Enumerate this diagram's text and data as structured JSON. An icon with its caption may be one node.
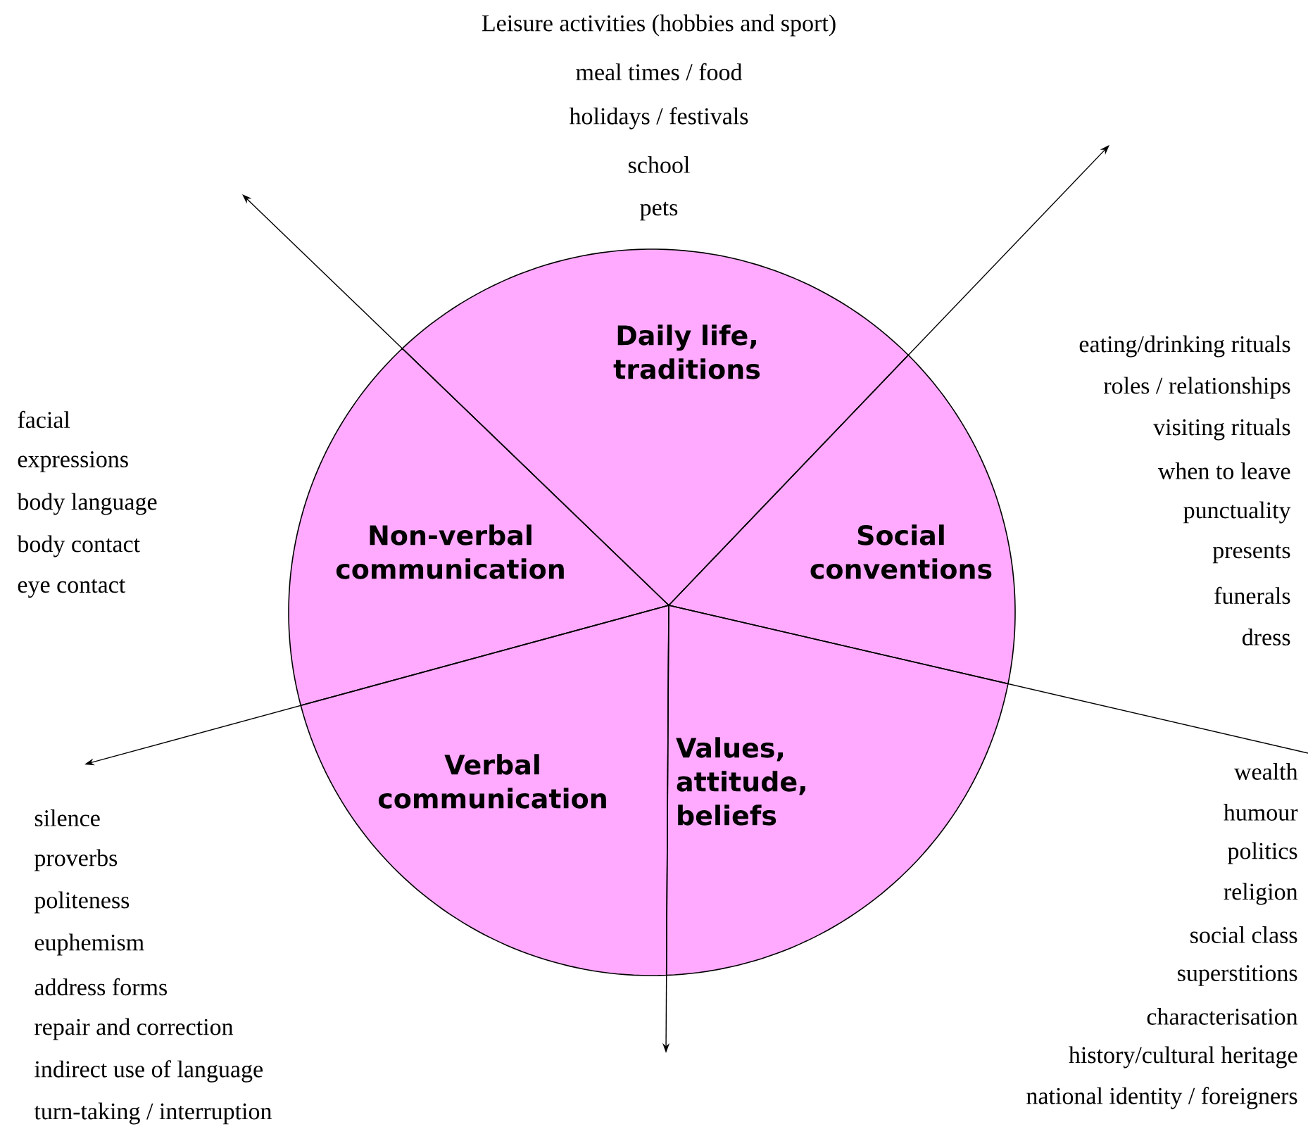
{
  "diagram": {
    "nodes": [
      {
        "text": [
          "Daily life, traditions"
        ]
      },
      {
        "text": [
          "Non-verbal communication"
        ]
      },
      {
        "text": [
          "Social conventions"
        ]
      },
      {
        "text": [
          "Verbal communication"
        ]
      },
      {
        "text": [
          "Values, attitude, beliefs"
        ]
      }
    ],
    "labels": [
      "Leisure activities (hobbies and sport)",
      "meal times / food",
      "holidays / festivals",
      "school",
      "pets",
      "facial",
      "expressions",
      "body language",
      "body contact",
      "eye contact",
      "eating/drinking rituals",
      "roles / relationships",
      "visiting rituals",
      "when to leave",
      "punctuality",
      "presents",
      "funerals",
      "dress",
      "silence",
      "proverbs",
      "politeness",
      "euphemism",
      "address forms",
      "repair and correction",
      "indirect use of language",
      "turn-taking / interruption",
      "wealth",
      "humour",
      "politics",
      "religion",
      "social class",
      "superstitions",
      "characterisation",
      "history/cultural heritage",
      "national identity / foreigners"
    ]
  }
}
